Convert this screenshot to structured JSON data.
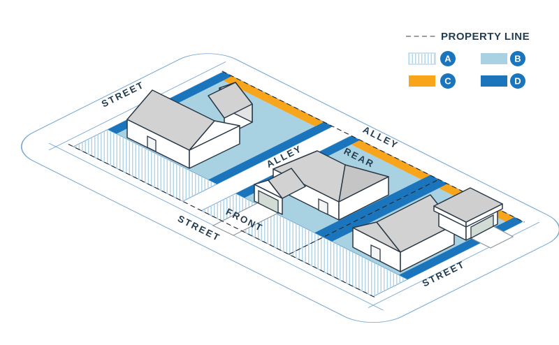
{
  "legend": {
    "property_line_label": "PROPERTY LINE",
    "items": [
      {
        "id": "A",
        "label": "A",
        "swatch": "hatched-setback-area"
      },
      {
        "id": "B",
        "label": "B",
        "swatch": "light-blue-yard-area"
      },
      {
        "id": "C",
        "label": "C",
        "swatch": "orange-rear-strip"
      },
      {
        "id": "D",
        "label": "D",
        "swatch": "dark-blue-side-strip"
      }
    ]
  },
  "labels": {
    "street_top_left": "STREET",
    "street_bottom_left": "STREET",
    "street_bottom_right": "STREET",
    "alley_middle": "ALLEY",
    "alley_rear": "ALLEY",
    "front": "FRONT",
    "rear": "REAR"
  },
  "colors": {
    "yard_b_light_blue": "#A8D2E2",
    "strip_c_orange": "#F9A51B",
    "strip_d_blue": "#1B75BC",
    "hatch_a_blue": "#B5D6E8",
    "line_blue": "#74A7D4",
    "navy_text": "#243C4F",
    "property_dash": "#20262B",
    "house_outline": "#2A3845",
    "roof_grey": "#D2D2D2",
    "door_grey": "#D3DBD5",
    "driveway_grey": "#8F9499",
    "legend_dash_grey": "#9B9FA3"
  }
}
